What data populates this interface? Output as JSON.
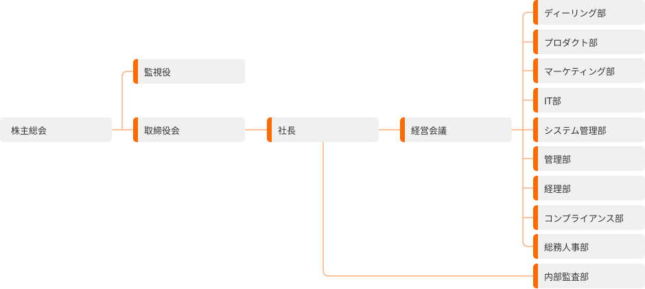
{
  "colors": {
    "accent": "#ff6a00",
    "connector": "#ffad7a",
    "node_bg": "#f0f0f0"
  },
  "nodes": {
    "shareholders": "株主総会",
    "auditor": "監視役",
    "board": "取締役会",
    "president": "社長",
    "management_meeting": "経営会議",
    "departments": [
      "ディーリング部",
      "プロダクト部",
      "マーケティング部",
      "IT部",
      "システム管理部",
      "管理部",
      "経理部",
      "コンプライアンス部",
      "総務人事部"
    ],
    "internal_audit": "内部監査部"
  }
}
